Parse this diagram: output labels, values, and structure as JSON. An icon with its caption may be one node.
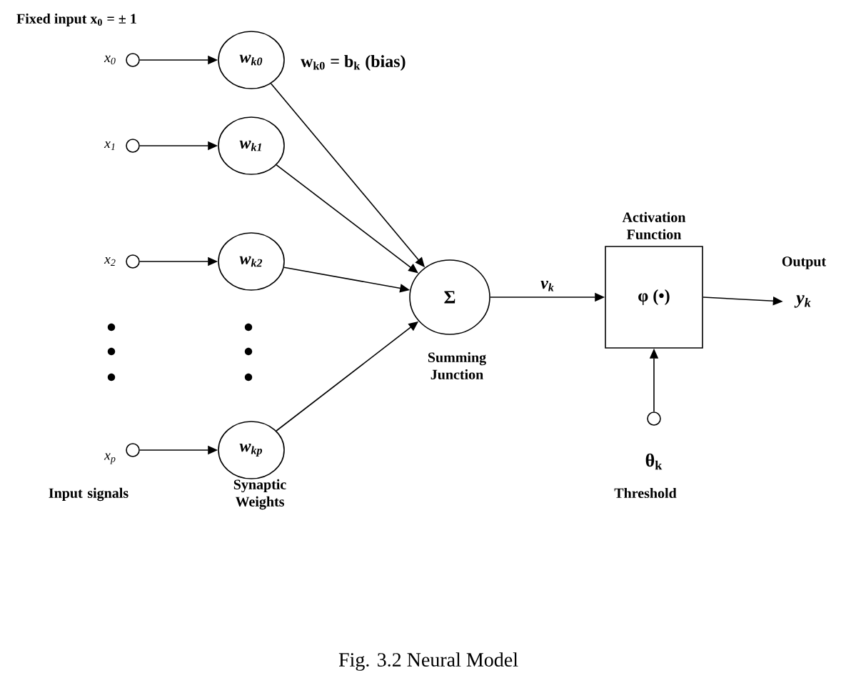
{
  "diagram": {
    "caption": "Fig. 3.2 Neural Model",
    "nodes": [
      {
        "text": [],
        "shape": "circle",
        "beside": [
          "x$_{0}$"
        ]
      },
      {
        "text": [
          "w$_{k0}$"
        ]
      },
      {
        "text": [],
        "shape": "circle",
        "beside": [
          "x$_{1}$"
        ]
      },
      {
        "text": [
          "w$_{k1}$"
        ]
      },
      {
        "text": [],
        "shape": "circle",
        "beside": [
          "x$_{2}$"
        ]
      },
      {
        "text": [
          "w$_{k2}$"
        ]
      },
      {
        "text": [],
        "shape": "circle",
        "beside": [
          "x$_{p}$"
        ]
      },
      {
        "text": [
          "w$_{kp}$"
        ]
      },
      {
        "text": [
          "Σ"
        ],
        "beside": [
          "Summing Junction"
        ]
      },
      {
        "text": [
          "Activation Function",
          "φ (•)"
        ]
      },
      {
        "text": [],
        "shape": "circle",
        "beside": [
          "θ$_{k}$",
          "Threshold"
        ]
      },
      {
        "text": [
          "y$_{k}$"
        ],
        "beside": [
          "Output"
        ]
      }
    ],
    "edges": [
      {
        "from": 0,
        "to": 1,
        "arrow": "to"
      },
      {
        "from": 2,
        "to": 3,
        "arrow": "to"
      },
      {
        "from": 4,
        "to": 5,
        "arrow": "to"
      },
      {
        "from": 6,
        "to": 7,
        "arrow": "to"
      },
      {
        "from": 1,
        "to": 8,
        "arrow": "to"
      },
      {
        "from": 3,
        "to": 8,
        "arrow": "to"
      },
      {
        "from": 5,
        "to": 8,
        "arrow": "to"
      },
      {
        "from": 7,
        "to": 8,
        "arrow": "to"
      },
      {
        "from": 8,
        "to": 9,
        "arrow": "to",
        "label": "v$_{k}$"
      },
      {
        "from": 10,
        "to": 9,
        "arrow": "to"
      },
      {
        "from": 9,
        "to": 11,
        "arrow": "to"
      }
    ],
    "labels": [
      "Fixed input x$_{0}$ = ± 1",
      "w$_{k0}$ = b$_{k}$ (bias)",
      "Input signals",
      "Synaptic Weights"
    ]
  }
}
